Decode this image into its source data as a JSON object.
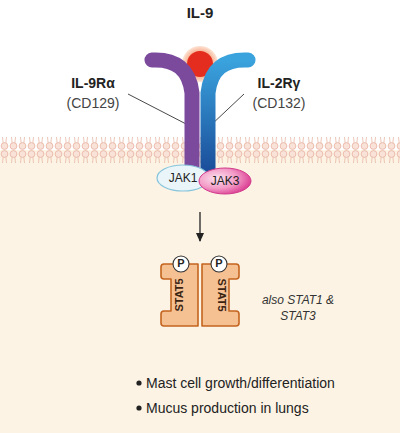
{
  "diagram": {
    "nodes": [
      {
        "text": [
          "IL-9"
        ]
      },
      {
        "text": [
          "IL-9Rα",
          "(CD129)"
        ]
      },
      {
        "text": [
          "IL-2Rγ",
          "(CD132)"
        ]
      },
      {
        "text": [
          "JAK1"
        ]
      },
      {
        "text": [
          "JAK3"
        ]
      },
      {
        "text": [
          "STAT5"
        ]
      },
      {
        "text": [
          "P"
        ],
        "in": 5
      },
      {
        "text": [
          "STAT5"
        ]
      },
      {
        "text": [
          "P"
        ],
        "in": 7
      }
    ],
    "edges": [
      {
        "from": 3,
        "to": 5,
        "arrow": "to"
      }
    ],
    "labels": [
      "also STAT1 & STAT3",
      "Mast cell growth/differentiation",
      "Mucus production in lungs"
    ]
  }
}
